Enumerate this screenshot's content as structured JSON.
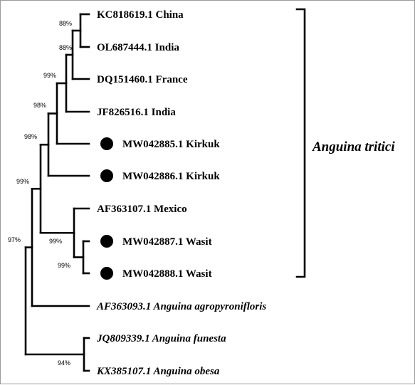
{
  "tree": {
    "leaves": [
      {
        "label": "KC818619.1 China",
        "italic": false,
        "marker": false
      },
      {
        "label": "OL687444.1 India",
        "italic": false,
        "marker": false
      },
      {
        "label": "DQ151460.1 France",
        "italic": false,
        "marker": false
      },
      {
        "label": "JF826516.1 India",
        "italic": false,
        "marker": false
      },
      {
        "label": "MW042885.1 Kirkuk",
        "italic": false,
        "marker": true
      },
      {
        "label": "MW042886.1 Kirkuk",
        "italic": false,
        "marker": true
      },
      {
        "label": "AF363107.1 Mexico",
        "italic": false,
        "marker": false
      },
      {
        "label": "MW042887.1 Wasit",
        "italic": false,
        "marker": true
      },
      {
        "label": "MW042888.1 Wasit",
        "italic": false,
        "marker": true
      },
      {
        "label": "AF363093.1 Anguina agropyronifloris",
        "italic": true,
        "marker": false
      },
      {
        "label": "JQ809339.1 Anguina funesta",
        "italic": true,
        "marker": false
      },
      {
        "label": "KX385107.1 Anguina obesa",
        "italic": true,
        "marker": false
      }
    ],
    "support_values": [
      "88%",
      "88%",
      "99%",
      "98%",
      "98%",
      "99%",
      "99%",
      "99%",
      "97%",
      "94%"
    ],
    "clade": {
      "label": "Anguina tritici"
    }
  }
}
